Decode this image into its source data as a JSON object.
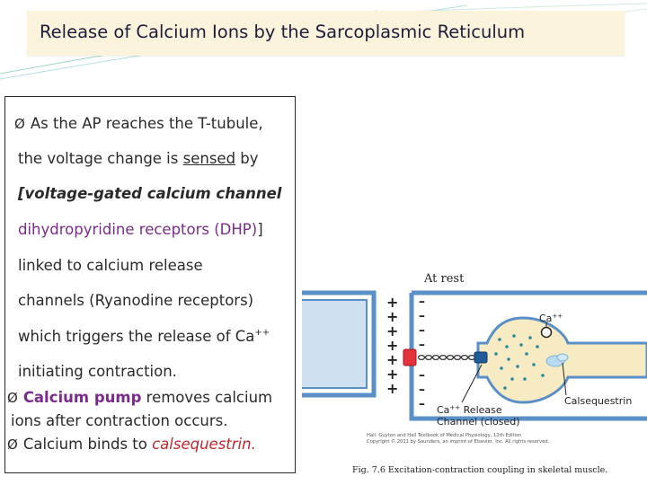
{
  "slide": {
    "title": "Release of Calcium Ions by the Sarcoplasmic Reticulum",
    "lines": {
      "l1_prefix": "As the AP reaches the T-tubule,",
      "l2a": "the voltage change is ",
      "l2b": "sensed",
      "l2c": " by",
      "l3": "[voltage-gated calcium channel",
      "l4a": "dihydropyridine receptors (DHP)",
      "l4b": "]",
      "l5": "linked to calcium release",
      "l6": "channels (Ryanodine receptors)",
      "l7a": "which triggers the release of Ca",
      "l7sup": "++",
      "l8": "initiating contraction.",
      "l9a": "Calcium pump",
      "l9b": " removes calcium",
      "l10": "ions after contraction occurs.",
      "l11a": "Calcium binds to ",
      "l11b": "calsequestrin."
    },
    "arrow_glyph": "Ø"
  },
  "figure": {
    "title": "At rest",
    "plus_sign": "+",
    "minus_sign": "–",
    "ca_label": "Ca",
    "ca_sup": "++",
    "calsequestrin_label": "Calsequestrin",
    "release_line1": "Ca",
    "release_sup": "++",
    "release_line1b": " Release",
    "release_line2": "Channel (closed)",
    "credit_line1": "Hall: Guyton and Hall Textbook of Medical Physiology, 12th Edition",
    "credit_line2": "Copyright © 2011 by Saunders, an imprint of Elsevier, Inc. All rights reserved.",
    "caption": "Fig. 7.6  Excitation-contraction coupling in skeletal muscle."
  },
  "colors": {
    "membrane": "#5a8fc8",
    "membrane_fill": "#cfe0f1",
    "sr_fill": "#f6ebc2",
    "dhp_red": "#e2323a",
    "ryr_blue": "#1f5c99",
    "ca_dot": "#2a8a9a"
  }
}
